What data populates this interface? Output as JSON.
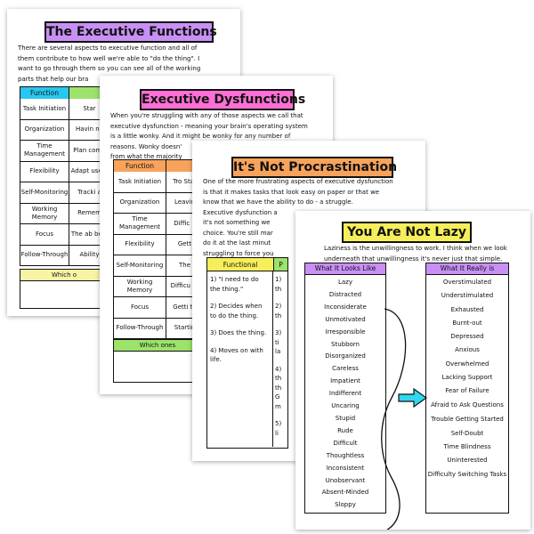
{
  "colors": {
    "purple": "#c890f5",
    "pink": "#ff6fd6",
    "orange": "#f7a35c",
    "yellow": "#f6ee5a",
    "cyan": "#27c7f2",
    "green": "#9be36b",
    "lightyellow": "#f8f4a6",
    "arrow": "#33d6f0"
  },
  "page1": {
    "title": "The Executive Functions",
    "para": [
      "There are several aspects to executive function and all of",
      "them contribute to how well we're able to \"do the thing\". I",
      "want to go through them so you can see all of the working",
      "parts that help our bra"
    ],
    "table": {
      "headers": [
        "Function",
        ""
      ],
      "rows": [
        [
          "Task Initiation",
          "Star"
        ],
        [
          "Organization",
          "Havin ne"
        ],
        [
          "Time Management",
          "Plan comp"
        ],
        [
          "Flexibility",
          "Adapt use u"
        ],
        [
          "Self-Monitoring",
          "Tracki a"
        ],
        [
          "Working Memory",
          "Remem"
        ],
        [
          "Focus",
          "The ab bein"
        ],
        [
          "Follow-Through",
          "Ability"
        ]
      ]
    },
    "which": "Which o"
  },
  "page2": {
    "title": "Executive Dysfunctions",
    "para": [
      "When you're struggling with any of those aspects we call that",
      "executive dysfunction - meaning your brain's operating system",
      "is a little wonky. And it might be wonky for any number of",
      "reasons. Wonky doesn'",
      "from what the majority"
    ],
    "table": {
      "headers": [
        "Function",
        ""
      ],
      "rows": [
        [
          "Task Initiation",
          "Tro Star"
        ],
        [
          "Organization",
          "Leavin"
        ],
        [
          "Time Management",
          "Diffic a"
        ],
        [
          "Flexibility",
          "Gett"
        ],
        [
          "Self-Monitoring",
          "The"
        ],
        [
          "Working Memory",
          "Difficu th"
        ],
        [
          "Focus",
          "Getti ta"
        ],
        [
          "Follow-Through",
          "Startin"
        ]
      ]
    },
    "which": "Which ones"
  },
  "page3": {
    "title": "It's Not Procrastination",
    "para": [
      "One of the more frustrating aspects of executive dysfunction",
      "is that it makes tasks that look easy on paper or that we",
      "know that we have the ability to do - a struggle.",
      "Executive dysfunction a",
      "it's not something we",
      "choice. You're still mar",
      "do it at the last minut",
      "struggling to force you"
    ],
    "table": {
      "headers": [
        "Functional",
        "P"
      ],
      "left": [
        "1) \"I need to do the thing.\"",
        "2) Decides when to do the thing.",
        "3) Does the thing.",
        "4) Moves on with life."
      ],
      "right": [
        "1) th",
        "2) th",
        "3) ti la",
        "4) th th G m",
        "5) li"
      ]
    }
  },
  "page4": {
    "title": "You Are Not Lazy",
    "para": [
      "Laziness is the unwillingness to work. I think when we look",
      "underneath that unwillingness it's never just that simple."
    ],
    "left_header": "What It Looks Like",
    "right_header": "What It Really is",
    "left_items": [
      "Lazy",
      "Distracted",
      "Inconsiderate",
      "Unmotivated",
      "Irresponsible",
      "Stubborn",
      "Disorganized",
      "Careless",
      "Impatient",
      "Indifferent",
      "Uncaring",
      "Stupid",
      "Rude",
      "Difficult",
      "Thoughtless",
      "Inconsistent",
      "Unobservant",
      "Absent-Minded",
      "Sloppy"
    ],
    "right_items": [
      "Overstimulated",
      "Understimulated",
      "Exhausted",
      "Burnt-out",
      "Depressed",
      "Anxious",
      "Overwhelmed",
      "Lacking Support",
      "Fear of Failure",
      "Afraid to Ask Questions",
      "Trouble Getting Started",
      "Self-Doubt",
      "Time Blindness",
      "Uninterested",
      "Difficulty Switching Tasks"
    ]
  }
}
